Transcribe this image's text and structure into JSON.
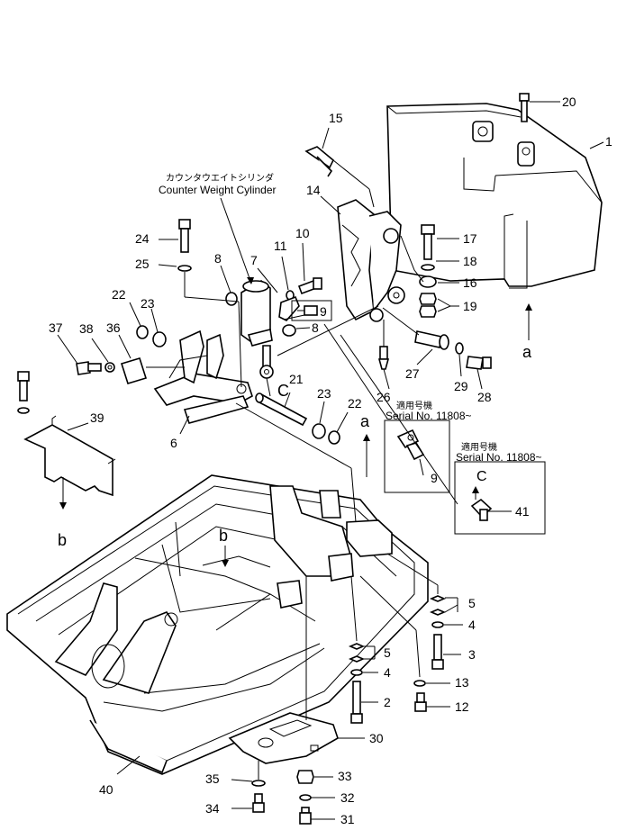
{
  "cylinder_caption": {
    "jp": "カウンタウエイトシリンダ",
    "en": "Counter Weight Cylinder"
  },
  "serial_boxes": [
    {
      "jp": "適用号機",
      "serial": "Serial No. 11808~",
      "part": "9"
    },
    {
      "jp": "適用号機",
      "serial": "Serial No. 11808~",
      "part": "41",
      "view": "C"
    }
  ],
  "view_letters": {
    "a_top": "a",
    "a_mid": "a",
    "b_left": "b",
    "b_mid": "b",
    "c_mid": "C"
  },
  "callouts": {
    "n1": "1",
    "n2": "2",
    "n3": "3",
    "n4a": "4",
    "n4b": "4",
    "n5a": "5",
    "n5b": "5",
    "n6": "6",
    "n7": "7",
    "n8a": "8",
    "n8b": "8",
    "n9": "9",
    "n10": "10",
    "n11": "11",
    "n12": "12",
    "n13": "13",
    "n14": "14",
    "n15": "15",
    "n16": "16",
    "n17": "17",
    "n18": "18",
    "n19": "19",
    "n20": "20",
    "n21": "21",
    "n22a": "22",
    "n22b": "22",
    "n23a": "23",
    "n23b": "23",
    "n24": "24",
    "n25": "25",
    "n26": "26",
    "n27": "27",
    "n28": "28",
    "n29": "29",
    "n30": "30",
    "n31": "31",
    "n32": "32",
    "n33": "33",
    "n34": "34",
    "n35": "35",
    "n36": "36",
    "n37": "37",
    "n38": "38",
    "n39": "39",
    "n40": "40"
  }
}
